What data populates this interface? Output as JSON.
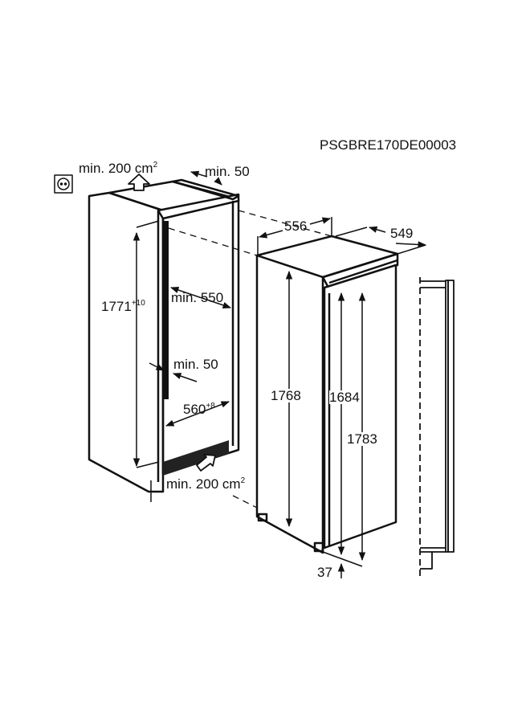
{
  "model_code": "PSGBRE170DE00003",
  "niche": {
    "top_vent": {
      "value": "min. 200 cm",
      "sup": "2"
    },
    "top_gap": "min. 50",
    "height": {
      "value": "1771",
      "sup": "+10"
    },
    "depth": "min. 550",
    "rear_gap": "min. 50",
    "width": {
      "value": "560",
      "sup": "+8"
    },
    "bottom_vent": {
      "value": "min. 200 cm",
      "sup": "2"
    }
  },
  "appliance": {
    "width": "556",
    "depth": "549",
    "body_height": "1768",
    "door_height": "1684",
    "total_height": "1783",
    "foot_height": "37"
  },
  "icons": [
    "power-socket-icon",
    "airflow-arrow-icon"
  ],
  "colors": {
    "line": "#111111",
    "background": "#ffffff"
  }
}
